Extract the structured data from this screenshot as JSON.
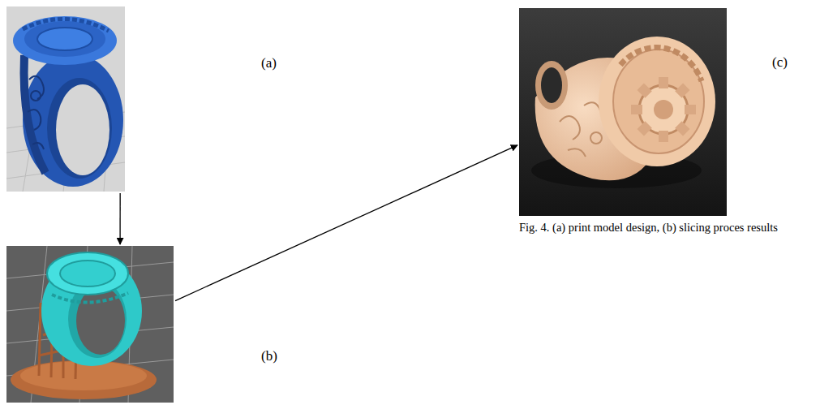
{
  "diagram": {
    "caption": "Fig. 4. (a) print model design, (b) slicing proces results",
    "nodes": [
      {
        "text": [
          "(a)"
        ]
      },
      {
        "text": [
          "(b)"
        ]
      },
      {
        "text": [
          "(c)"
        ]
      }
    ],
    "edges": [
      {
        "from": 0,
        "to": 1,
        "arrow": "to"
      },
      {
        "from": 1,
        "to": 2,
        "arrow": "to"
      }
    ]
  }
}
